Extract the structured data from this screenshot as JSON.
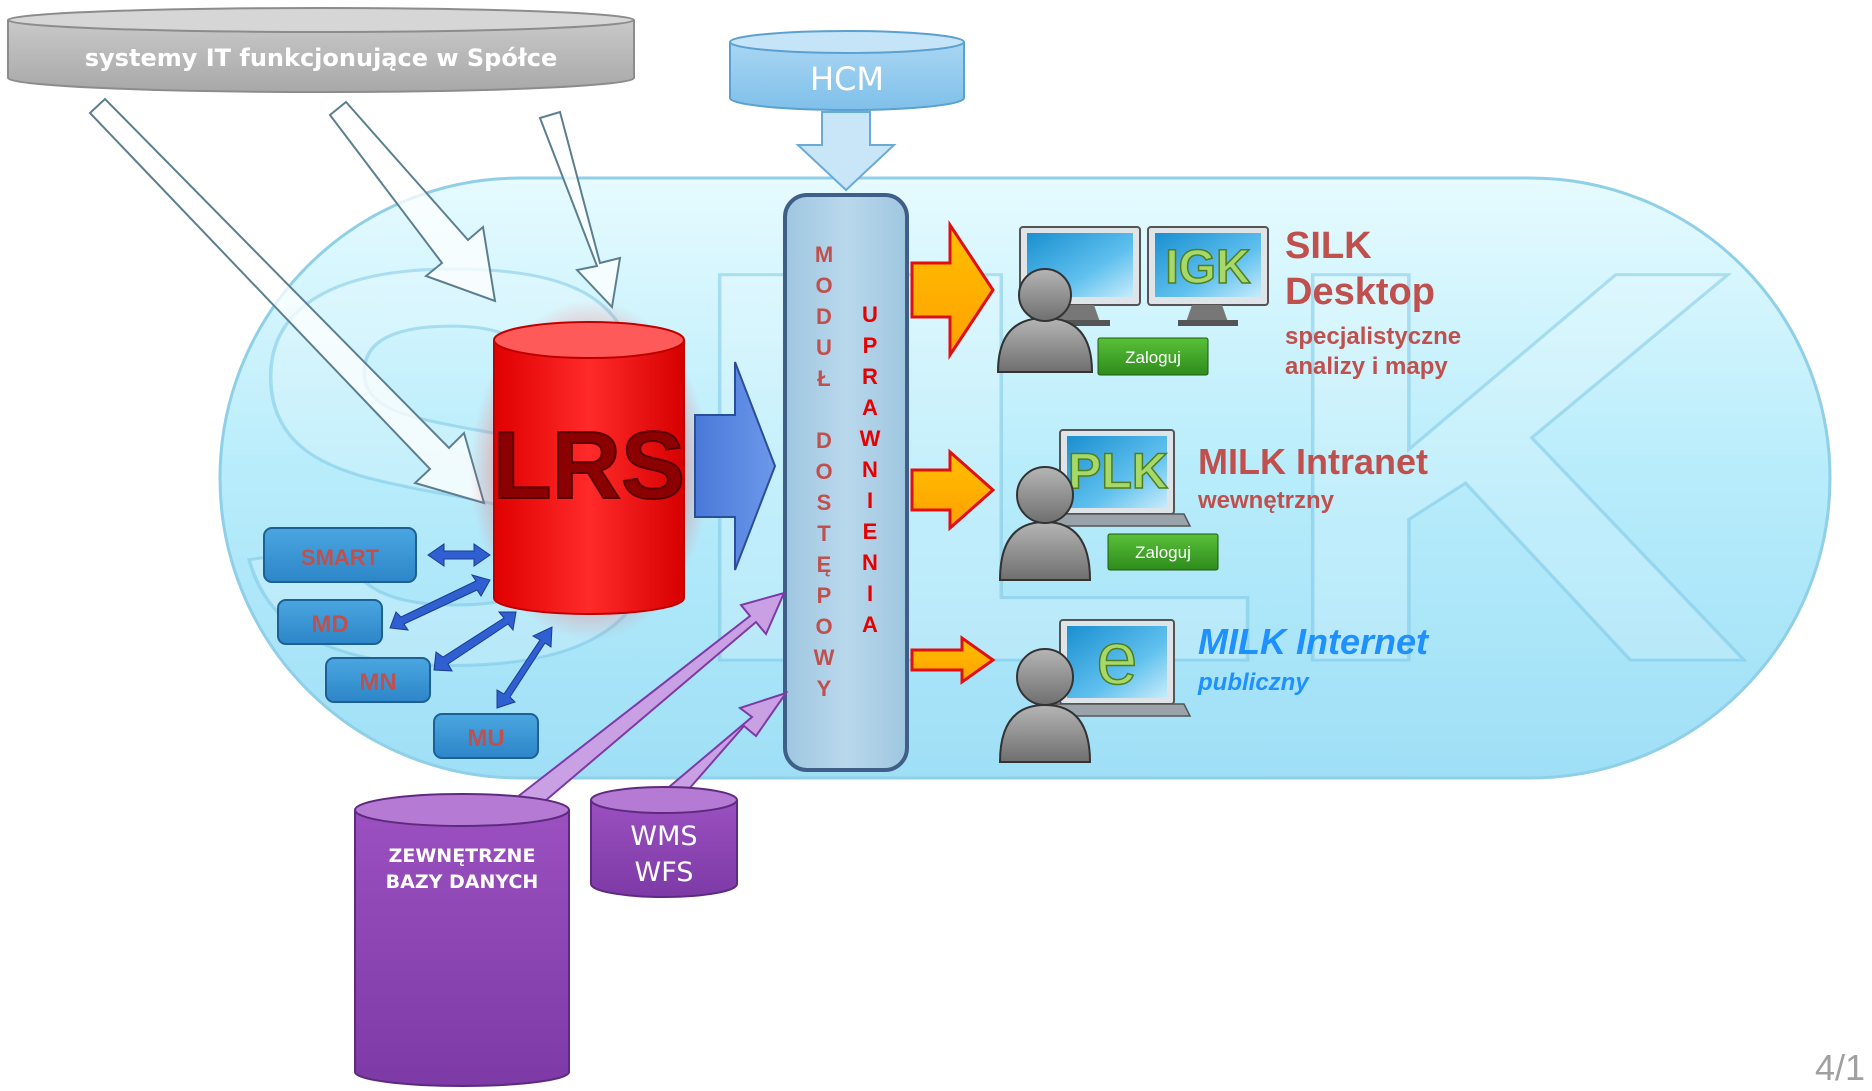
{
  "top_db": {
    "label": "systemy IT funkcjonujące w Spółce"
  },
  "hcm": {
    "label": "HCM"
  },
  "lrs": {
    "label": "LRS"
  },
  "module": {
    "col1": [
      "M",
      "O",
      "D",
      "U",
      "Ł",
      "",
      "D",
      "O",
      "S",
      "T",
      "Ę",
      "P",
      "O",
      "W",
      "Y"
    ],
    "col2": [
      "U",
      "P",
      "R",
      "A",
      "W",
      "N",
      "I",
      "E",
      "N",
      "I",
      "A"
    ]
  },
  "small_boxes": [
    {
      "label": "SMART"
    },
    {
      "label": "MD"
    },
    {
      "label": "MN"
    },
    {
      "label": "MU"
    }
  ],
  "ext_db": {
    "line1": "ZEWNĘTRZNE",
    "line2": "BAZY DANYCH"
  },
  "wms": {
    "line1": "WMS",
    "line2": "WFS"
  },
  "watermark": "SILK",
  "clients": {
    "desktop": {
      "screen_label": "IGK",
      "button": "Zaloguj",
      "title1": "SILK",
      "title2": "Desktop",
      "sub1": "specjalistyczne",
      "sub2": "analizy i mapy"
    },
    "intranet": {
      "screen_label": "PLK",
      "button": "Zaloguj",
      "title": "MILK Intranet",
      "sub": "wewnętrzny"
    },
    "internet": {
      "screen_label": "e",
      "title": "MILK Internet",
      "sub": "publiczny"
    }
  },
  "slide_number": "4/1",
  "colors": {
    "red_accent": "#c0504d",
    "blue_accent": "#1e90ff",
    "lrs_red": "#ff1a1a",
    "purple": "#8e44ad"
  }
}
